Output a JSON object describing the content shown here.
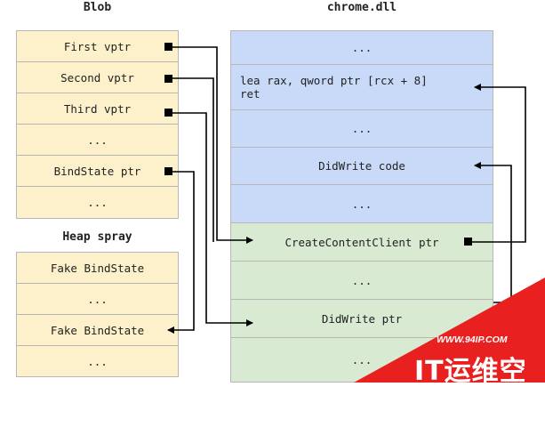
{
  "titles": {
    "blob": "Blob",
    "dll": "chrome.dll",
    "spray": "Heap spray"
  },
  "blob": [
    "First vptr",
    "Second vptr",
    "Third vptr",
    "...",
    "BindState ptr",
    "..."
  ],
  "spray": [
    "Fake BindState",
    "...",
    "Fake BindState",
    "..."
  ],
  "dll": [
    {
      "text": "...",
      "color": "#c9daf8"
    },
    {
      "text": "lea rax, qword ptr [rcx + 8]\nret",
      "color": "#c9daf8"
    },
    {
      "text": "...",
      "color": "#c9daf8"
    },
    {
      "text": "DidWrite code",
      "color": "#c9daf8"
    },
    {
      "text": "...",
      "color": "#c9daf8"
    },
    {
      "text": "CreateContentClient ptr",
      "color": "#d9ead3"
    },
    {
      "text": "...",
      "color": "#d9ead3"
    },
    {
      "text": "DidWrite ptr",
      "color": "#d9ead3"
    },
    {
      "text": "...",
      "color": "#d9ead3"
    }
  ],
  "watermark": {
    "url": "WWW.94IP.COM",
    "brand": "IT运维空间",
    "color": "#e8201f"
  },
  "line_color": "#000000"
}
